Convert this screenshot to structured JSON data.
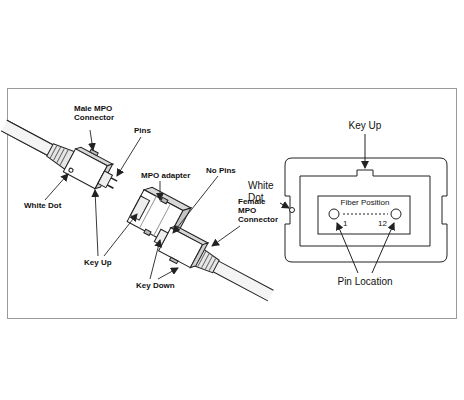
{
  "diagram": {
    "labels": [
      "Male MPO Connector",
      "Pins",
      "White Dot",
      "MPO adapter",
      "No Pins",
      "Key Up",
      "Key Down",
      "Female MPO Connector",
      "Key Up",
      "White Dot",
      "Fiber Position",
      "1",
      "12",
      "Pin Location"
    ]
  }
}
